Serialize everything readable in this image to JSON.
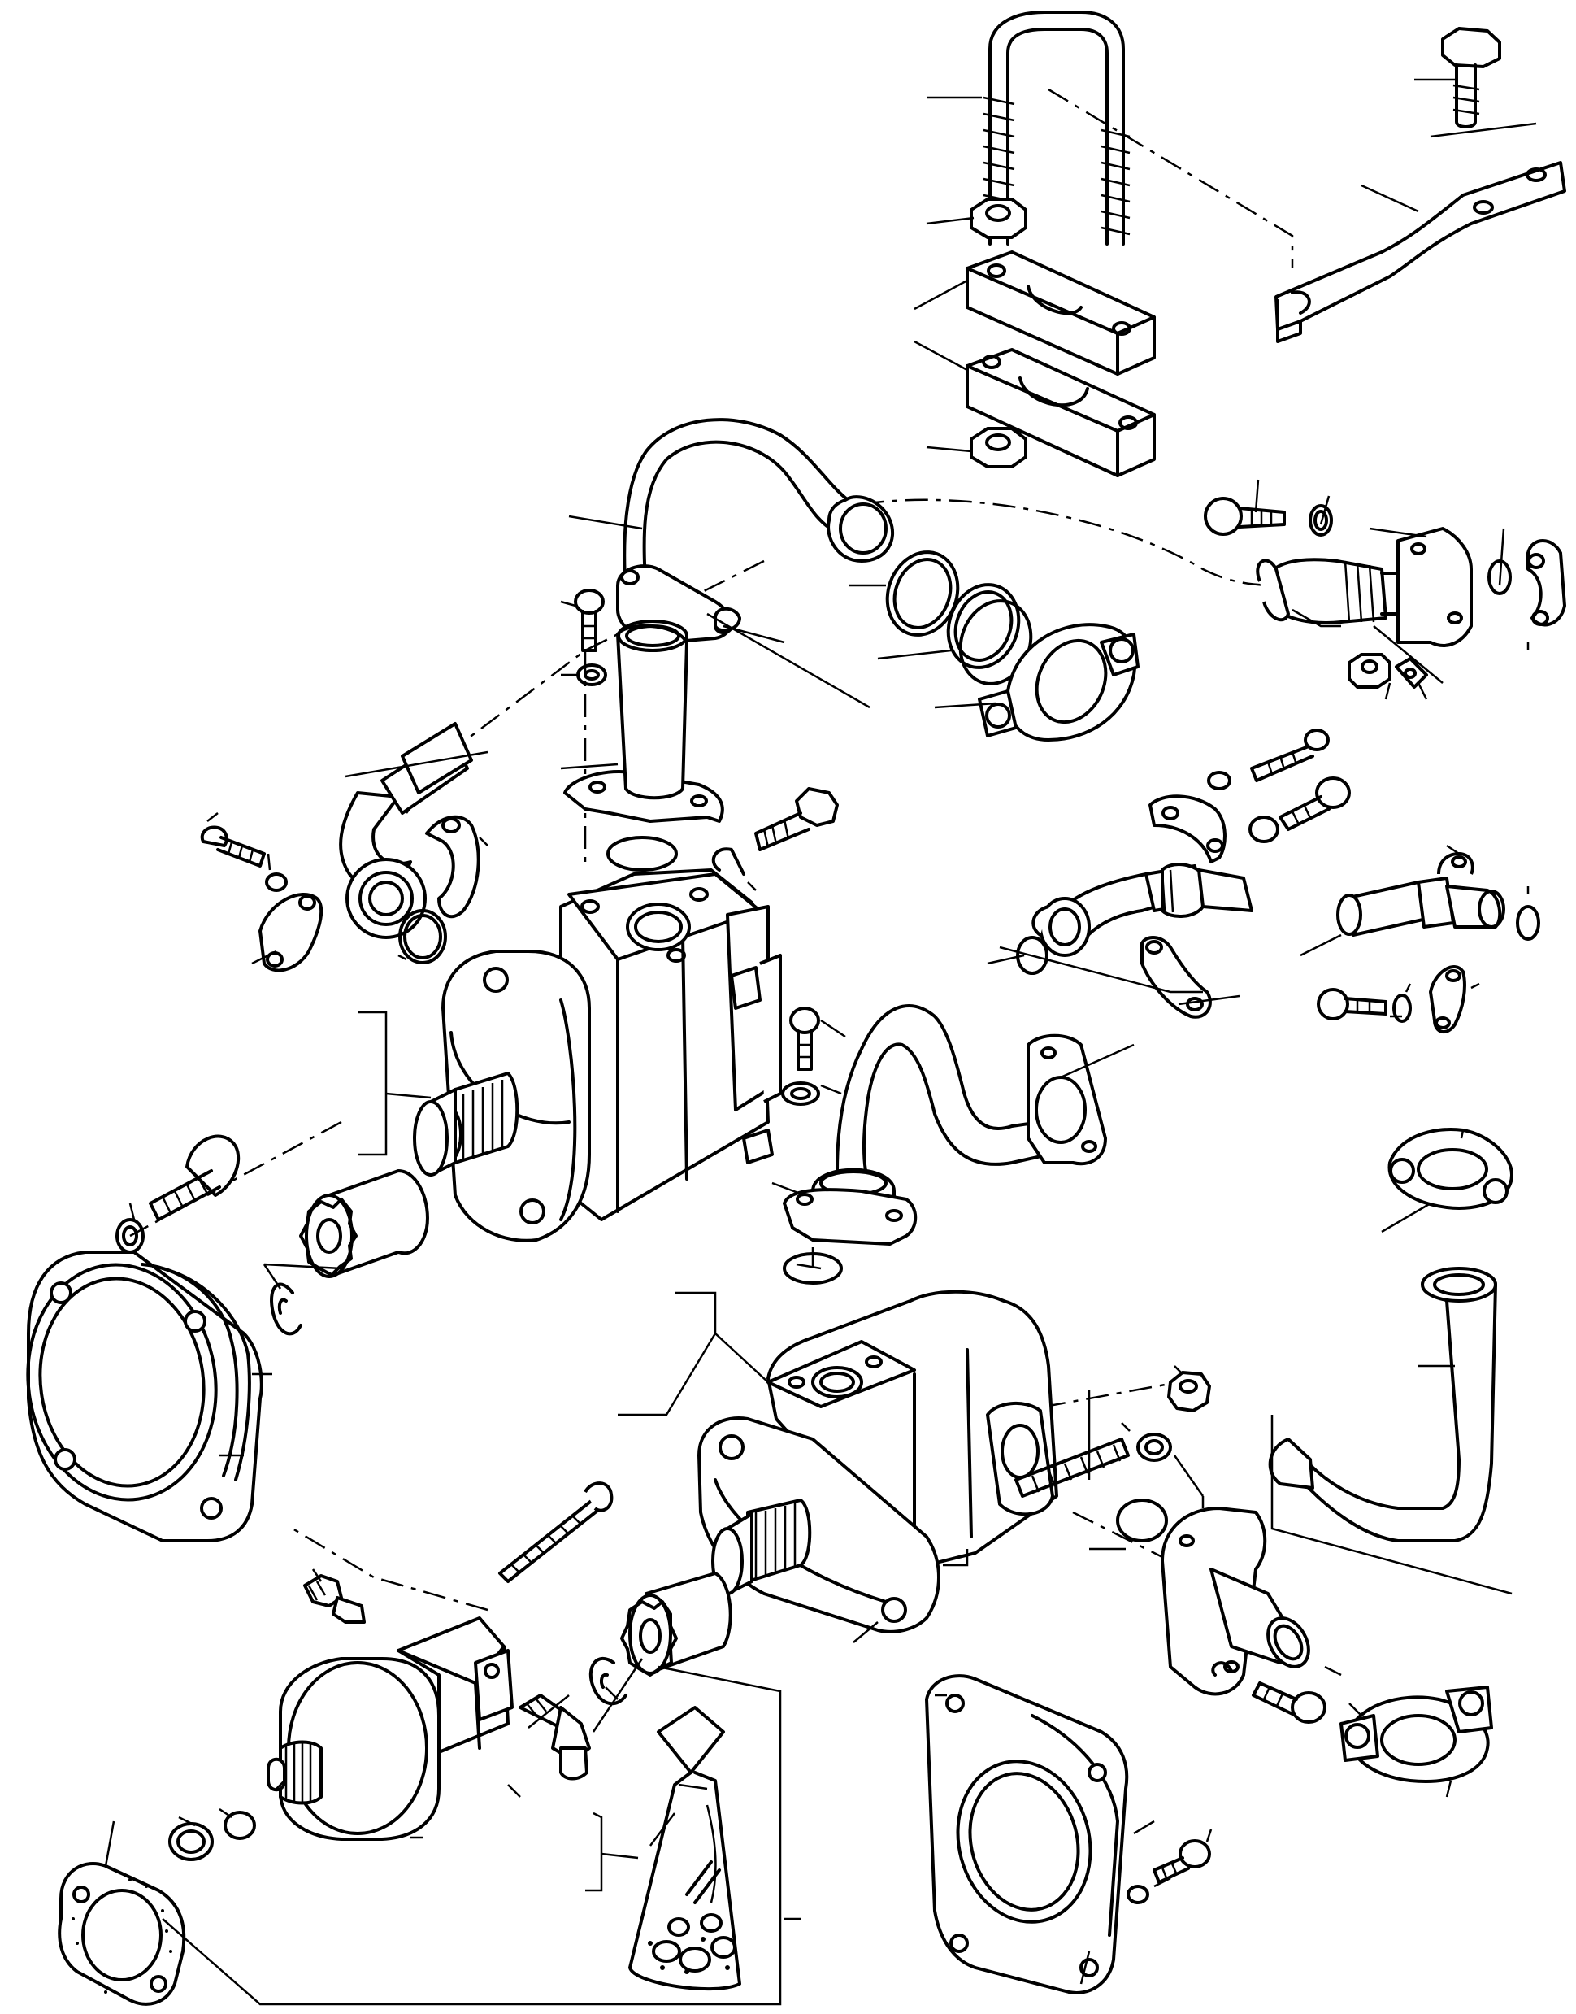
{
  "diagram": {
    "kind": "exploded-parts-view",
    "callouts_have_numbers": false,
    "line_color": "#000000",
    "background_color": "#ffffff",
    "parts": [
      {
        "id": "u-bolt"
      },
      {
        "id": "hex-bolt-top"
      },
      {
        "id": "mounting-bracket"
      },
      {
        "id": "hex-nut"
      },
      {
        "id": "pipe-clamp-block"
      },
      {
        "id": "elbow-tube-upper"
      },
      {
        "id": "seal-ring"
      },
      {
        "id": "split-flange-clamp"
      },
      {
        "id": "flange-connector"
      },
      {
        "id": "hose-fitting-left"
      },
      {
        "id": "main-pump"
      },
      {
        "id": "drive-flange-housing"
      },
      {
        "id": "coupling-sleeve"
      },
      {
        "id": "snap-ring"
      },
      {
        "id": "socket-head-screw"
      },
      {
        "id": "curved-pipe-center"
      },
      {
        "id": "hose-fitting-right"
      },
      {
        "id": "second-pump"
      },
      {
        "id": "stud"
      },
      {
        "id": "pipe-right"
      },
      {
        "id": "small-gear-pump"
      },
      {
        "id": "elbow-fitting"
      },
      {
        "id": "gasket"
      },
      {
        "id": "parts-bag"
      },
      {
        "id": "drive-flange-lower"
      },
      {
        "id": "hose-clamp-lower"
      }
    ]
  }
}
